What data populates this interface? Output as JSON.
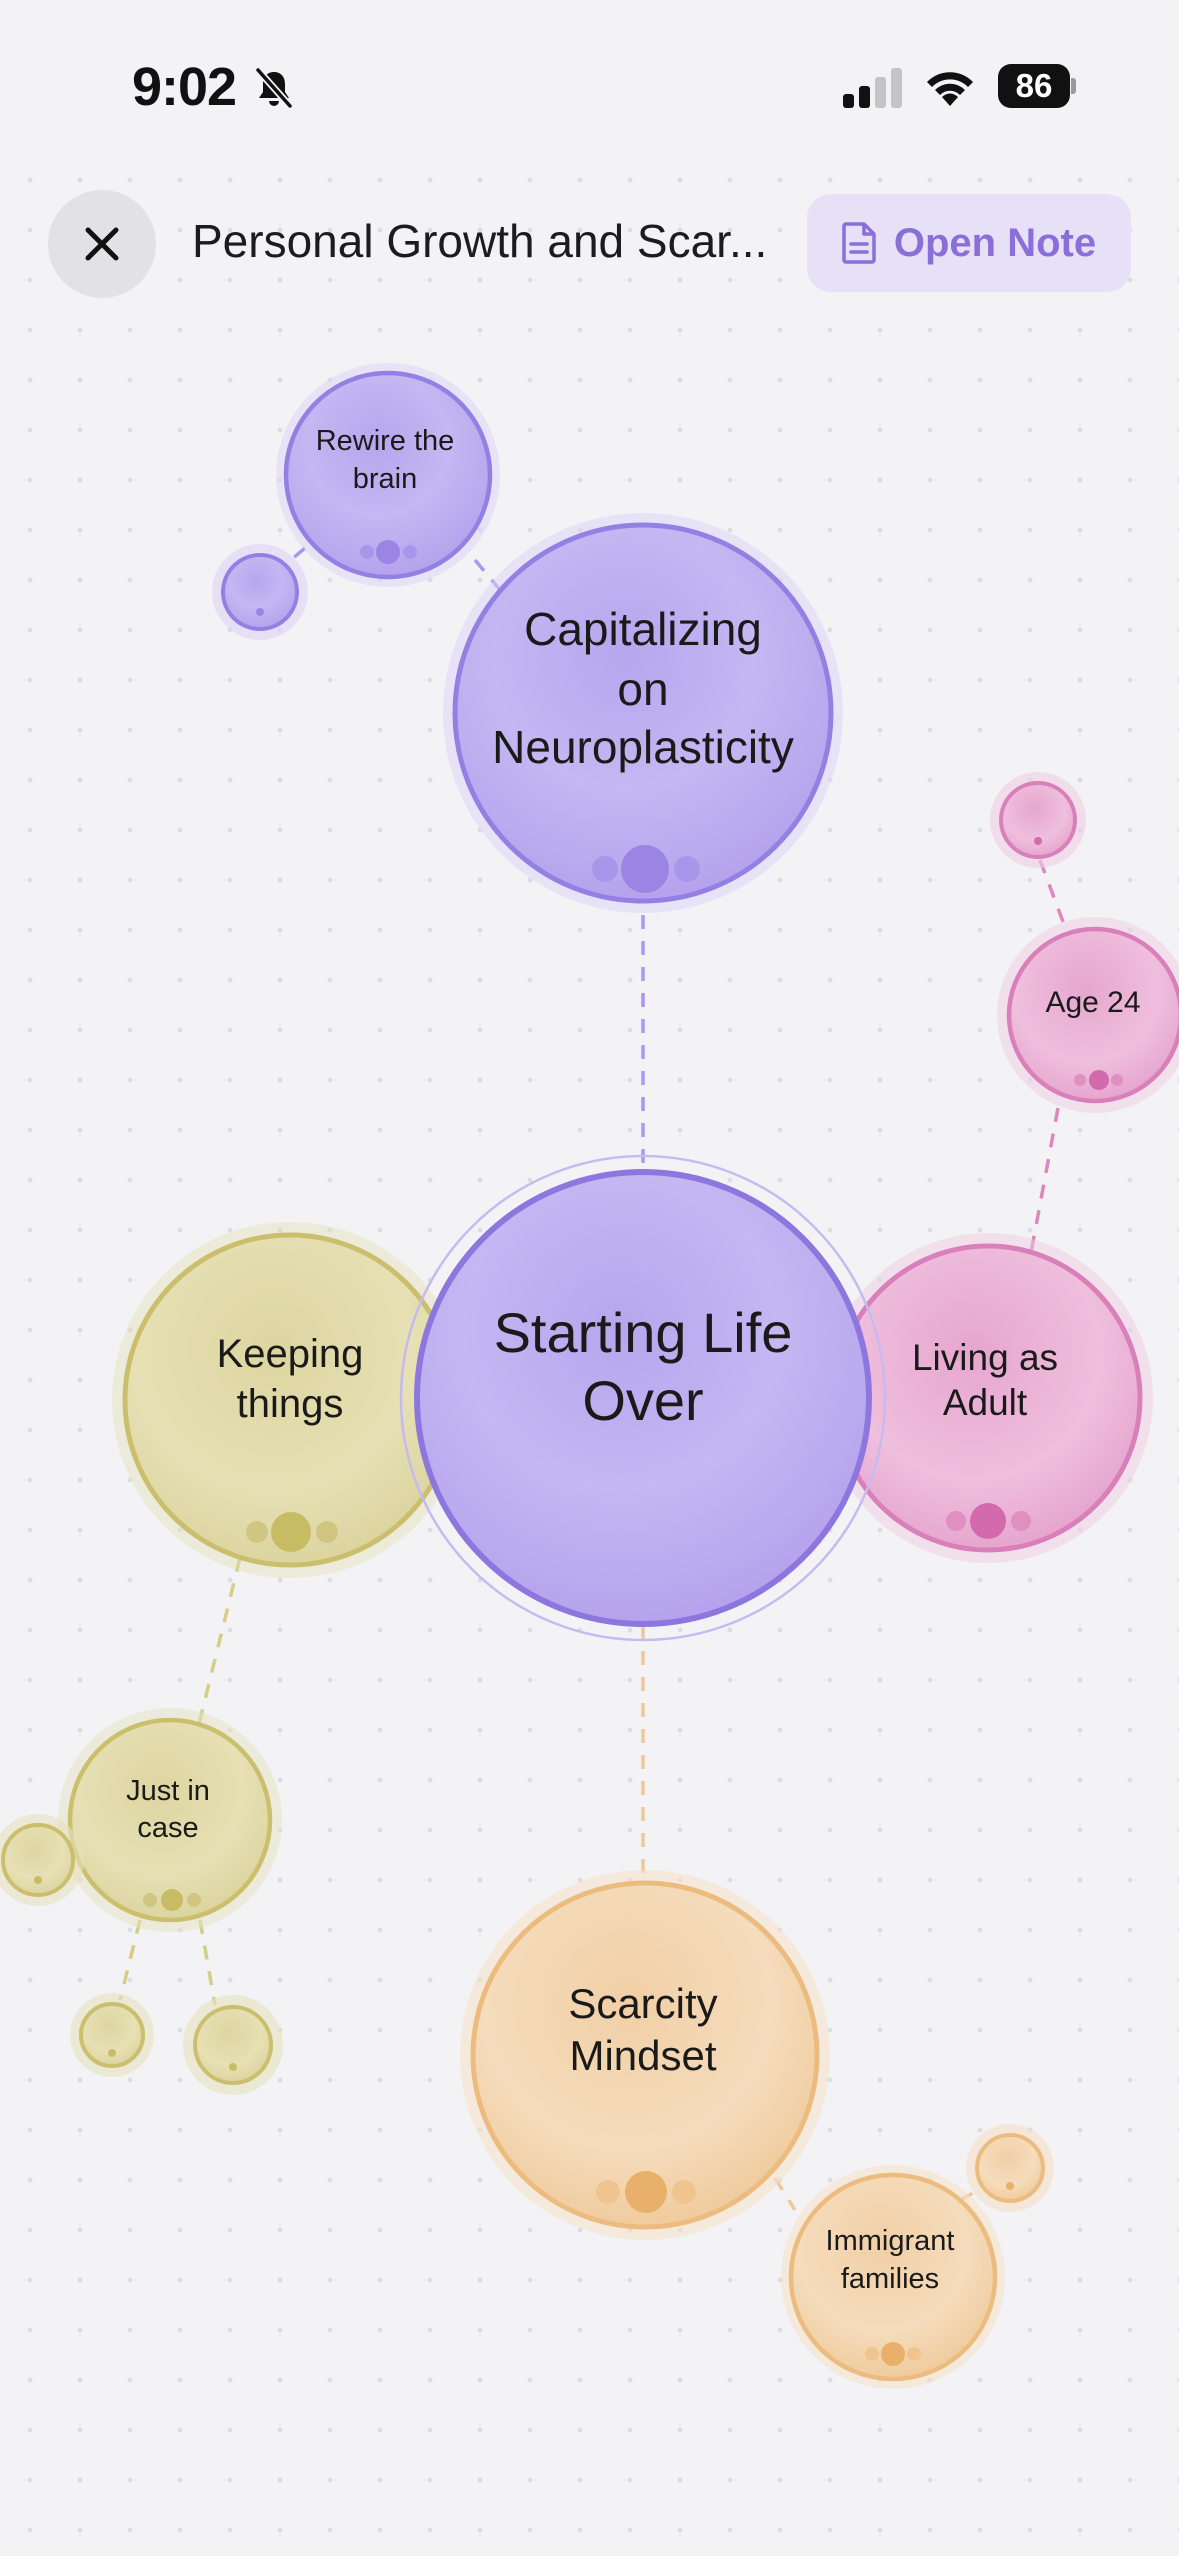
{
  "status_bar": {
    "time": "9:02",
    "battery": "86",
    "icons": [
      "bell-slash-icon",
      "cellular-signal-icon",
      "wifi-icon",
      "battery-icon"
    ]
  },
  "header": {
    "title": "Personal Growth and Scar...",
    "open_note_label": "Open Note",
    "close_icon": "close-icon",
    "note_icon": "document-icon"
  },
  "colors": {
    "purple": "#9b86e6",
    "pink": "#df86bf",
    "olive": "#d6cd86",
    "orange": "#f0c48e"
  },
  "graph": {
    "center": {
      "line1": "Starting Life",
      "line2": "Over"
    },
    "capitalizing": {
      "line1": "Capitalizing",
      "line2": "on",
      "line3": "Neuroplasticity"
    },
    "rewire": {
      "line1": "Rewire the",
      "line2": "brain"
    },
    "age24": {
      "line1": "Age 24"
    },
    "living_adult": {
      "line1": "Living as",
      "line2": "Adult"
    },
    "keeping": {
      "line1": "Keeping",
      "line2": "things"
    },
    "just_in_case": {
      "line1": "Just in",
      "line2": "case"
    },
    "scarcity": {
      "line1": "Scarcity",
      "line2": "Mindset"
    },
    "immigrant": {
      "line1": "Immigrant",
      "line2": "families"
    }
  }
}
